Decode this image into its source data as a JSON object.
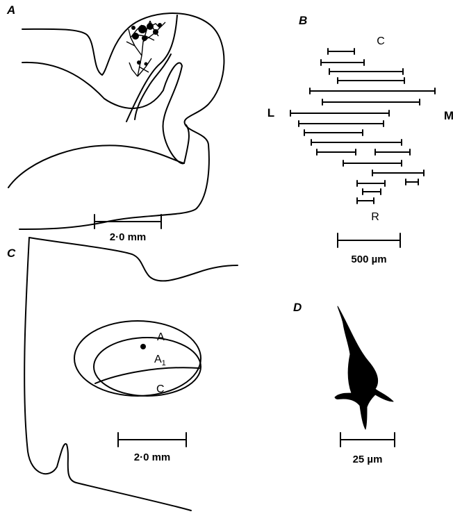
{
  "panels": {
    "a": "A",
    "b": "B",
    "c": "C",
    "d": "D"
  },
  "panel_a": {
    "scale_label": "2·0 mm"
  },
  "panel_b": {
    "caudal": "C",
    "rostral": "R",
    "lateral": "L",
    "medial": "M",
    "scale_label": "500 µm"
  },
  "panel_c": {
    "region_a": "A",
    "region_a1": "A",
    "region_a1_sub": "1",
    "region_c": "C",
    "scale_label": "2·0 mm"
  },
  "panel_d": {
    "scale_label": "25 µm"
  }
}
